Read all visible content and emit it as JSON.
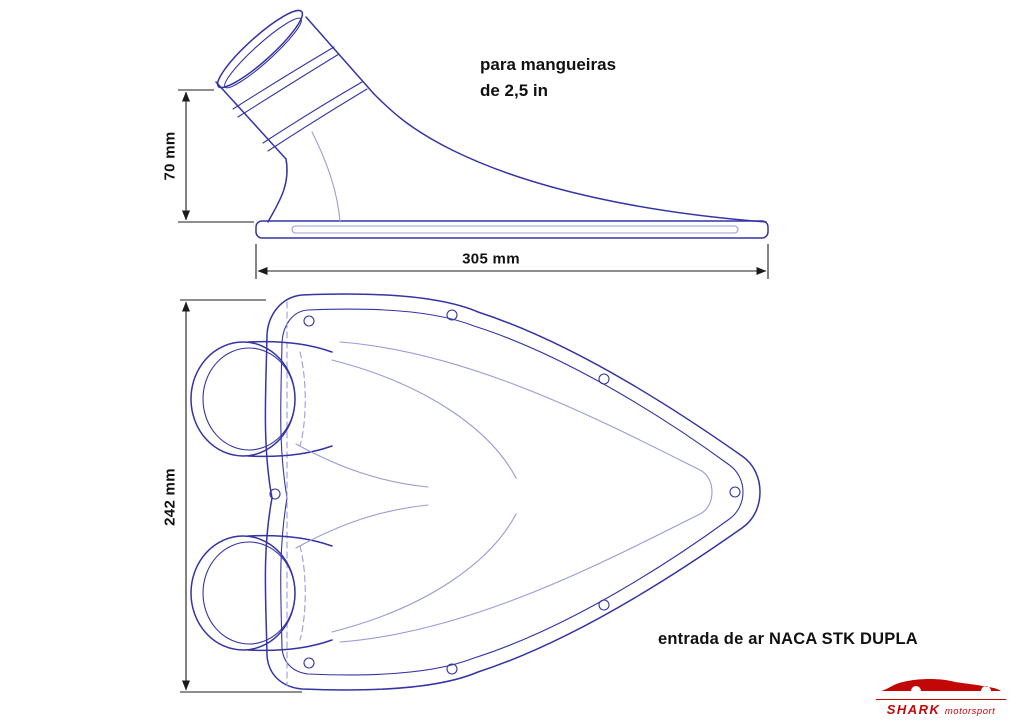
{
  "colors": {
    "line": "#3434a4",
    "line-light": "#9a9ad8",
    "dim": "#1c1c1c",
    "text": "#111111",
    "logo-red": "#c20707"
  },
  "side_view": {
    "note_line1": "para mangueiras",
    "note_line2": "de 2,5 in",
    "height_dim": "70 mm",
    "length_dim": "305 mm"
  },
  "plan_view": {
    "height_dim": "242 mm",
    "caption": "entrada de ar NACA STK DUPLA"
  },
  "logo": {
    "brand": "SHARK",
    "sub": "motorsport"
  }
}
